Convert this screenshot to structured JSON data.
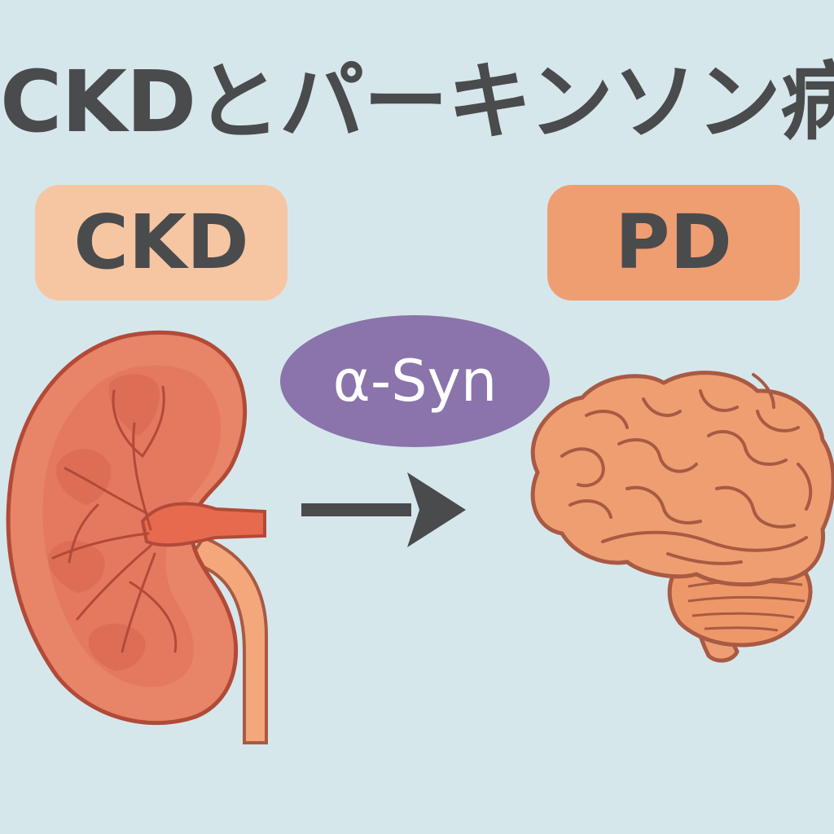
{
  "title": "CKDとパーキンソン病",
  "left_label": "CKD",
  "right_label": "PD",
  "mediator_label": "α-Syn",
  "colors": {
    "background": "#d6e7ec",
    "text": "#4a4b4d",
    "ckd_pill": "#f6c6a2",
    "pd_pill": "#ef9e72",
    "mediator": "#8a74ab",
    "kidney": "#e88467",
    "kidney_outline": "#b24a38",
    "brain": "#ef9e72",
    "brain_outline": "#a85a43",
    "arrow": "#4a4b4d"
  },
  "icons": [
    "kidney-illustration",
    "brain-illustration",
    "right-arrow-icon"
  ]
}
